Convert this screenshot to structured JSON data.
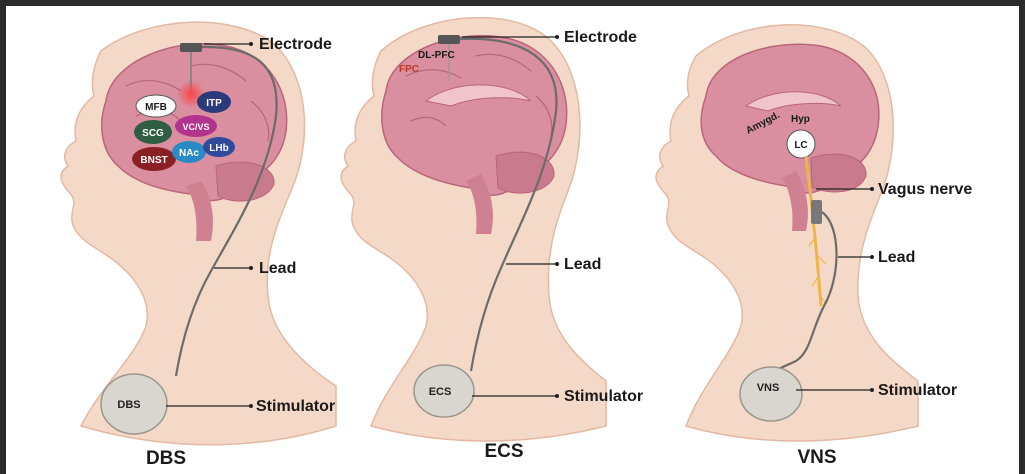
{
  "panels": [
    {
      "id": "dbs",
      "title": "DBS",
      "labels": {
        "electrode": "Electrode",
        "lead": "Lead",
        "stimulator": "Stimulator"
      },
      "device_text": "DBS",
      "targets": [
        "MFB",
        "ITP",
        "SCG",
        "VC/VS",
        "BNST",
        "NAc",
        "LHb"
      ],
      "target_colors": {
        "MFB": "#ffffff",
        "ITP": "#2b3a7a",
        "SCG": "#2f5e43",
        "VC/VS": "#b2338c",
        "BNST": "#8a1f24",
        "NAc": "#2a8bc4",
        "LHb": "#2f4a9c"
      }
    },
    {
      "id": "ecs",
      "title": "ECS",
      "labels": {
        "electrode": "Electrode",
        "lead": "Lead",
        "stimulator": "Stimulator"
      },
      "device_text": "ECS",
      "targets": [
        "DL-PFC",
        "FPC"
      ],
      "target_colors": {
        "DL-PFC": "#1a1a1a",
        "FPC": "#c0392b"
      }
    },
    {
      "id": "vns",
      "title": "VNS",
      "labels": {
        "vagus": "Vagus nerve",
        "lead": "Lead",
        "stimulator": "Stimulator"
      },
      "device_text": "VNS",
      "targets": [
        "Amygd.",
        "Hyp",
        "LC"
      ],
      "target_colors": {
        "Amygd.": "#1a1a1a",
        "Hyp": "#1a1a1a",
        "LC": "#1a1a1a"
      }
    }
  ],
  "colors": {
    "skin": "#f5d9c8",
    "skin_edge": "#e2b9a3",
    "brain": "#d98f9f",
    "brain_dark": "#b9657a",
    "cerebellum": "#c97a8c",
    "device": "#d9d6cf",
    "nerve": "#f0b54a",
    "wire": "#6b6b6b"
  }
}
